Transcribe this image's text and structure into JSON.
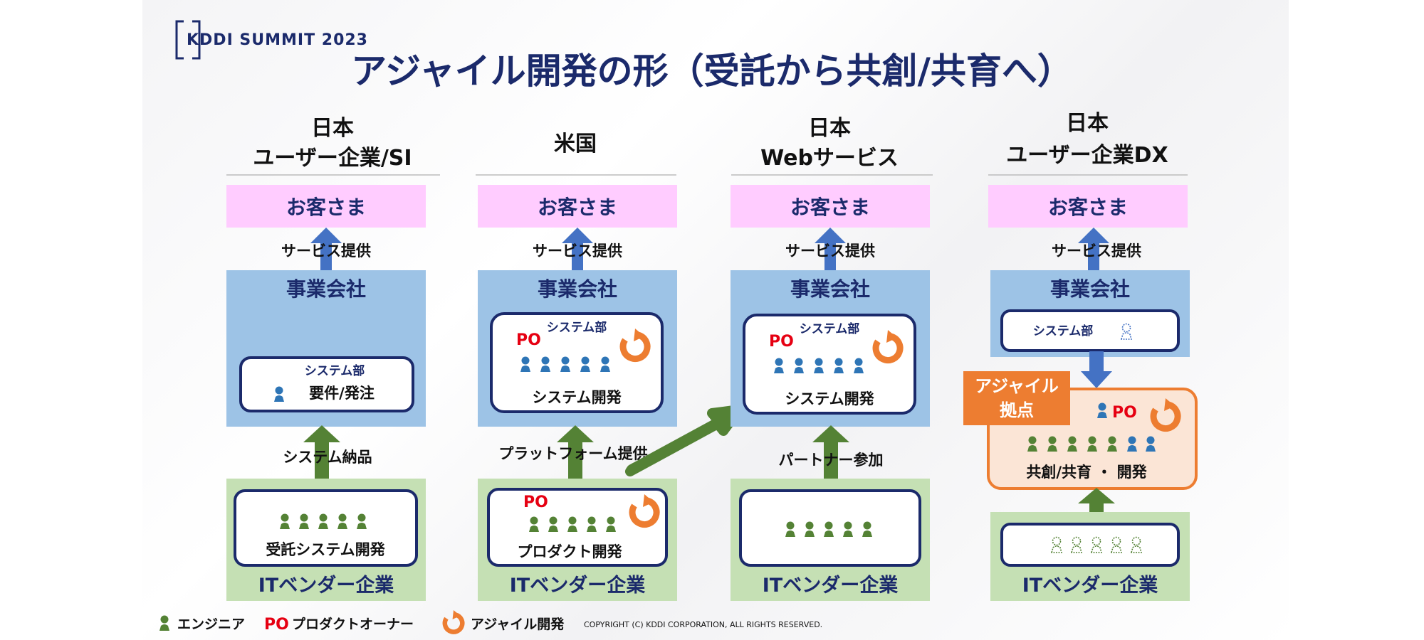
{
  "brand": "KDDI SUMMIT 2023",
  "title": "アジャイル開発の形（受託から共創/共育へ）",
  "columns": [
    {
      "header_line1": "日本",
      "header_line2": "ユーザー企業/SI",
      "customer": "お客さま",
      "service": "サービス提供",
      "company": "事業会社",
      "inner_title": "システム部",
      "inner_caption": "要件/発注",
      "flow_label": "システム納品",
      "vendor_inner_caption": "受託システム開発",
      "vendor": "ITベンダー企業"
    },
    {
      "header_line1": "米国",
      "customer": "お客さま",
      "service": "サービス提供",
      "company": "事業会社",
      "po": "PO",
      "inner_title": "システム部",
      "inner_caption": "システム開発",
      "flow_label": "プラットフォーム提供",
      "vendor_po": "PO",
      "vendor_inner_caption": "プロダクト開発",
      "vendor": "ITベンダー企業"
    },
    {
      "header_line1": "日本",
      "header_line2": "Webサービス",
      "customer": "お客さま",
      "service": "サービス提供",
      "company": "事業会社",
      "po": "PO",
      "inner_title": "システム部",
      "inner_caption": "システム開発",
      "flow_label": "パートナー参加",
      "vendor": "ITベンダー企業"
    },
    {
      "header_line1": "日本",
      "header_line2": "ユーザー企業DX",
      "customer": "お客さま",
      "service": "サービス提供",
      "company": "事業会社",
      "inner_title": "システム部",
      "agile_base_line1": "アジャイル",
      "agile_base_line2": "拠点",
      "po": "PO",
      "inner_caption": "共創/共育 ・ 開発",
      "vendor": "ITベンダー企業"
    }
  ],
  "legend": {
    "engineer": "エンジニア",
    "po_mark": "PO",
    "po_text": "プロダクトオーナー",
    "agile": "アジャイル開発"
  },
  "copyright": "COPYRIGHT (C) KDDI CORPORATION, ALL RIGHTS RESERVED.",
  "colors": {
    "navy": "#1b2a6b",
    "customer_pink": "#ffccff",
    "company_blue": "#9dc3e6",
    "vendor_green": "#c5e0b4",
    "arrow_blue": "#4472c4",
    "arrow_green": "#548235",
    "agile_orange": "#ed7d31",
    "agile_fill": "#fbe5d6",
    "po_red": "#e60012"
  }
}
